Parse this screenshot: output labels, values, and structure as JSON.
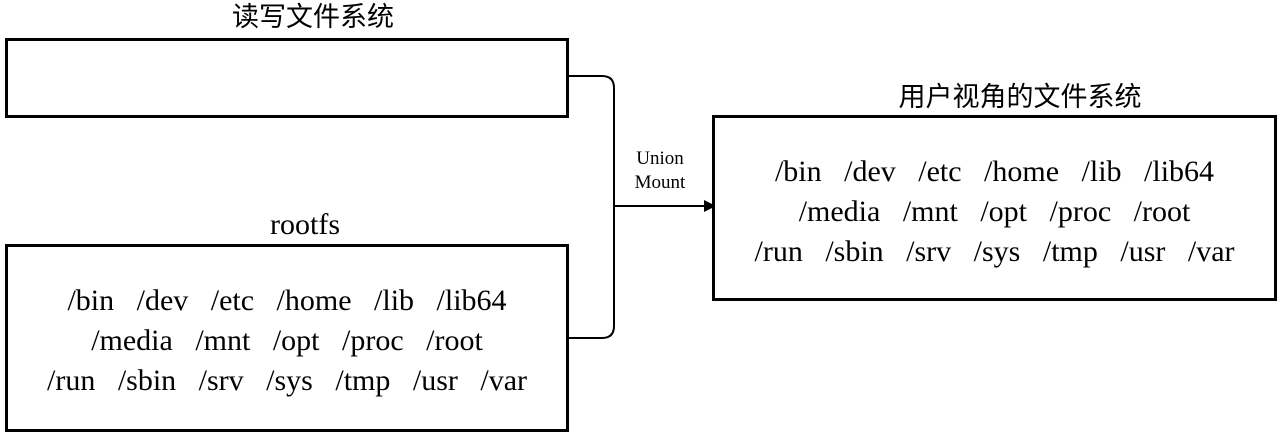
{
  "diagram": {
    "rw_layer": {
      "title": "读写文件系统"
    },
    "rootfs": {
      "title": "rootfs",
      "lines": [
        "/bin   /dev   /etc   /home   /lib   /lib64",
        "/media   /mnt   /opt   /proc   /root",
        "/run   /sbin   /srv   /sys   /tmp   /usr   /var"
      ]
    },
    "union_mount": {
      "line1": "Union",
      "line2": "Mount"
    },
    "user_view": {
      "title": "用户视角的文件系统",
      "lines": [
        "/bin   /dev   /etc   /home   /lib   /lib64",
        "/media   /mnt   /opt   /proc   /root",
        "/run   /sbin   /srv   /sys   /tmp   /usr   /var"
      ]
    }
  }
}
